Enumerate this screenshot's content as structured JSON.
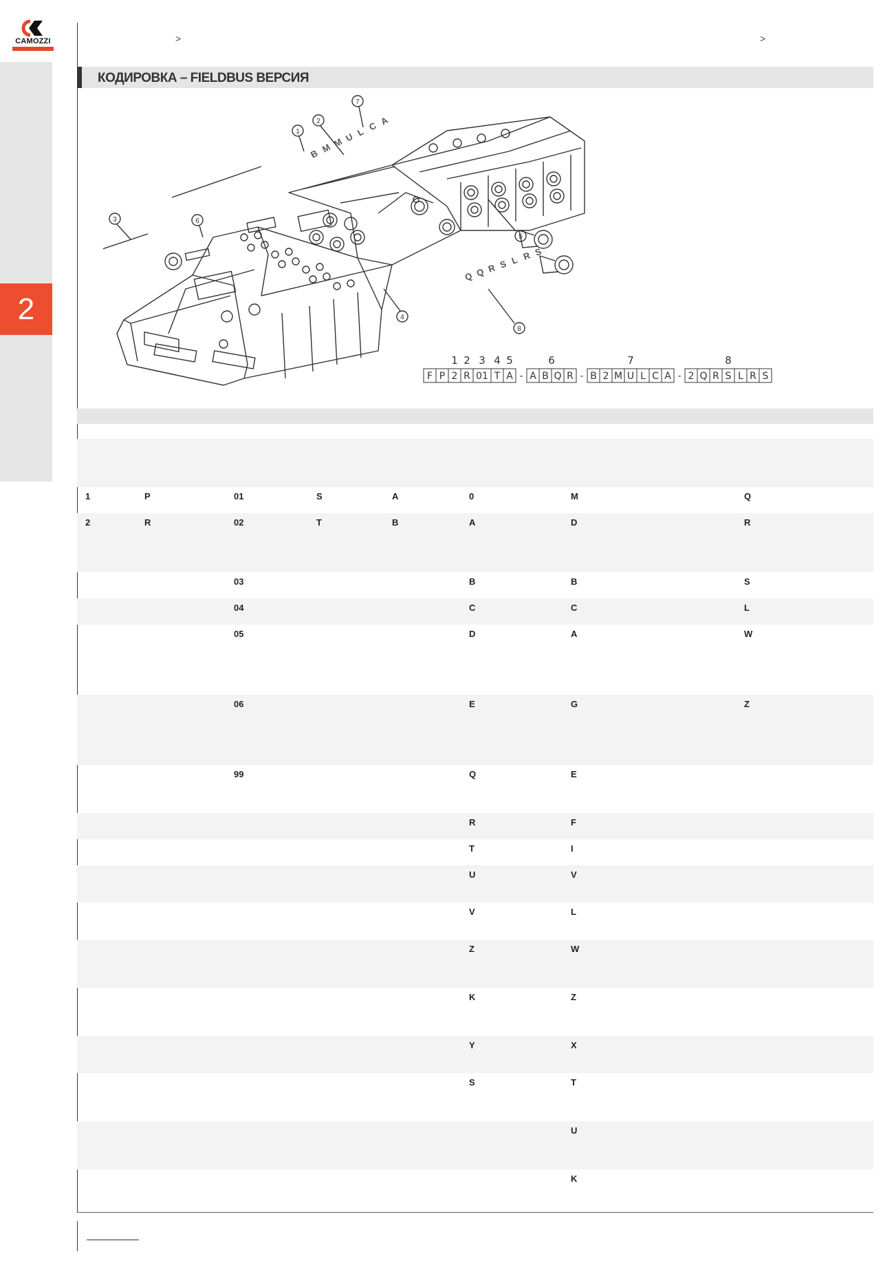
{
  "brand": {
    "name": "CAMOZZI",
    "color": "#e2472d"
  },
  "sidebar": {
    "section_number": "2",
    "accent": "#ee4e30"
  },
  "breadcrumb": {
    "arrow_left": ">",
    "arrow_right": ">"
  },
  "heading": "КОДИРОВКА – FIELDBUS ВЕРСИЯ",
  "drawing": {
    "callouts": [
      "1",
      "2",
      "3",
      "4",
      "5",
      "6",
      "7",
      "8"
    ],
    "top_letters": [
      "B",
      "M",
      "M",
      "U",
      "L",
      "C",
      "A"
    ],
    "bottom_letters": [
      "Q",
      "Q",
      "R",
      "S",
      "L",
      "R",
      "S"
    ]
  },
  "code": {
    "position_numbers": [
      "1",
      "2",
      "3",
      "4",
      "5",
      "6",
      "7",
      "8"
    ],
    "group1": [
      "F",
      "P",
      "2",
      "R",
      "01",
      "T",
      "A"
    ],
    "group2": [
      "A",
      "B",
      "Q",
      "R"
    ],
    "group3": [
      "B",
      "2",
      "M",
      "U",
      "L",
      "C",
      "A"
    ],
    "group4": [
      "2",
      "Q",
      "R",
      "S",
      "L",
      "R",
      "S"
    ],
    "separator": "-"
  },
  "table": {
    "rows": [
      [
        "1",
        "P",
        "01",
        "S",
        "A",
        "0",
        "M",
        "Q"
      ],
      [
        "2",
        "R",
        "02",
        "T",
        "B",
        "A",
        "D",
        "R"
      ],
      [
        "",
        "",
        "03",
        "",
        "",
        "B",
        "B",
        "S"
      ],
      [
        "",
        "",
        "04",
        "",
        "",
        "C",
        "C",
        "L"
      ],
      [
        "",
        "",
        "05",
        "",
        "",
        "D",
        "A",
        "W"
      ],
      [
        "",
        "",
        "06",
        "",
        "",
        "E",
        "G",
        "Z"
      ],
      [
        "",
        "",
        "99",
        "",
        "",
        "Q",
        "E",
        ""
      ],
      [
        "",
        "",
        "",
        "",
        "",
        "R",
        "F",
        ""
      ],
      [
        "",
        "",
        "",
        "",
        "",
        "T",
        "I",
        ""
      ],
      [
        "",
        "",
        "",
        "",
        "",
        "U",
        "V",
        ""
      ],
      [
        "",
        "",
        "",
        "",
        "",
        "V",
        "L",
        ""
      ],
      [
        "",
        "",
        "",
        "",
        "",
        "Z",
        "W",
        ""
      ],
      [
        "",
        "",
        "",
        "",
        "",
        "K",
        "Z",
        ""
      ],
      [
        "",
        "",
        "",
        "",
        "",
        "Y",
        "X",
        ""
      ],
      [
        "",
        "",
        "",
        "",
        "",
        "S",
        "T",
        ""
      ],
      [
        "",
        "",
        "",
        "",
        "",
        "",
        "U",
        ""
      ],
      [
        "",
        "",
        "",
        "",
        "",
        "",
        "K",
        ""
      ]
    ]
  }
}
